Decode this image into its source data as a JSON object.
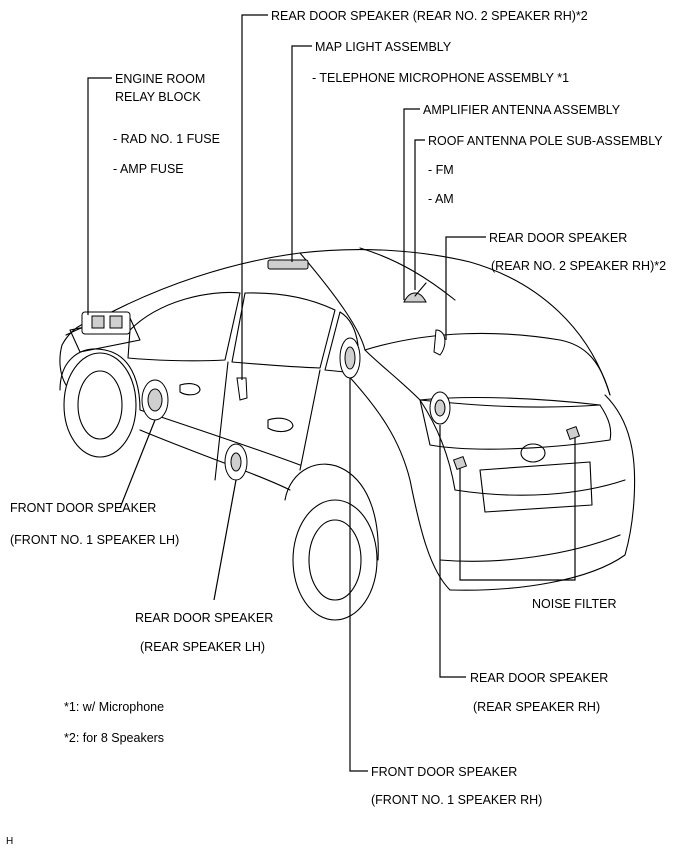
{
  "labels": {
    "rear_door_speaker_top": "REAR DOOR SPEAKER (REAR NO. 2 SPEAKER RH)*2",
    "map_light": "MAP LIGHT ASSEMBLY",
    "telephone_mic": "- TELEPHONE MICROPHONE ASSEMBLY *1",
    "engine_room_1": "ENGINE ROOM",
    "engine_room_2": "RELAY BLOCK",
    "rad_fuse": "- RAD NO. 1 FUSE",
    "amp_fuse": "- AMP FUSE",
    "amplifier_antenna": "AMPLIFIER ANTENNA ASSEMBLY",
    "roof_antenna": "ROOF ANTENNA POLE SUB-ASSEMBLY",
    "fm": "- FM",
    "am": "- AM",
    "rear_door_speaker_right_1": "REAR DOOR SPEAKER",
    "rear_door_speaker_right_2": "(REAR NO. 2 SPEAKER RH)*2",
    "front_door_lh_1": "FRONT DOOR SPEAKER",
    "front_door_lh_2": "(FRONT NO. 1 SPEAKER LH)",
    "noise_filter": "NOISE FILTER",
    "rear_door_lh_1": "REAR DOOR SPEAKER",
    "rear_door_lh_2": "(REAR SPEAKER LH)",
    "rear_door_rh_1": "REAR DOOR SPEAKER",
    "rear_door_rh_2": "(REAR SPEAKER RH)",
    "note_1": "*1: w/ Microphone",
    "note_2": "*2: for 8 Speakers",
    "front_door_rh_1": "FRONT DOOR SPEAKER",
    "front_door_rh_2": "(FRONT NO. 1 SPEAKER RH)",
    "figure_code": "H"
  }
}
